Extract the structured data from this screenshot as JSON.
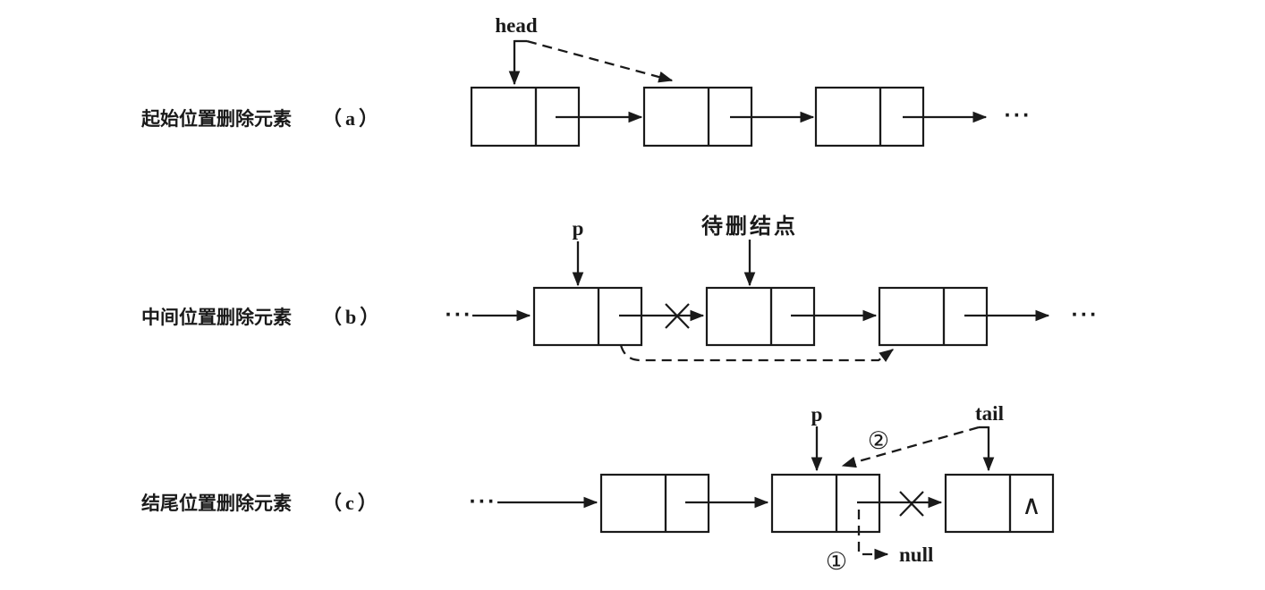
{
  "figure": {
    "rows": [
      {
        "label": "起始位置删除元素",
        "tag": "（a）"
      },
      {
        "label": "中间位置删除元素",
        "tag": "（b）"
      },
      {
        "label": "结尾位置删除元素",
        "tag": "（c）"
      }
    ],
    "pointer_labels": {
      "head": "head",
      "p": "p",
      "tail": "tail",
      "null": "null",
      "delete_node": "待删结点"
    },
    "step_markers": {
      "step1": "①",
      "step2": "②"
    },
    "symbols": {
      "nil": "∧",
      "ellipsis": "···"
    },
    "colors": {
      "ink": "#1a1a1a",
      "background": "#ffffff"
    }
  }
}
